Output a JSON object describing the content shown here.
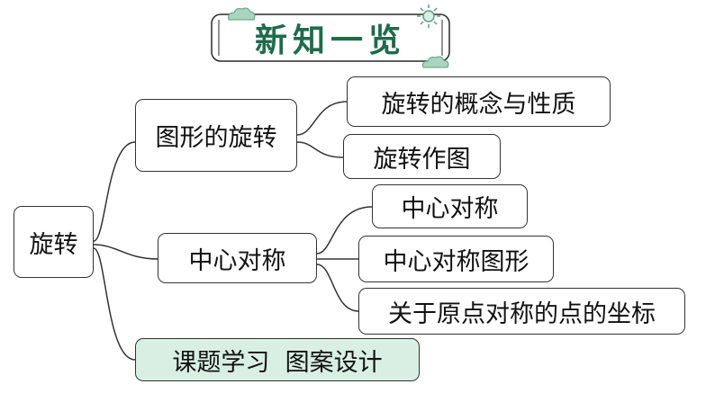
{
  "title": "新知一览",
  "colors": {
    "title": "#1f6b4b",
    "accent_fill": "#d9efe3",
    "cloud": "#a9d4c0",
    "line": "#333333"
  },
  "icons": [
    "cloud-icon",
    "sun-icon"
  ],
  "root": {
    "label": "旋转"
  },
  "branches": [
    {
      "label": "图形的旋转",
      "children": [
        "旋转的概念与性质",
        "旋转作图"
      ]
    },
    {
      "label": "中心对称",
      "children": [
        "中心对称",
        "中心对称图形",
        "关于原点对称的点的坐标"
      ]
    },
    {
      "label": "课题学习  图案设计",
      "children": []
    }
  ]
}
